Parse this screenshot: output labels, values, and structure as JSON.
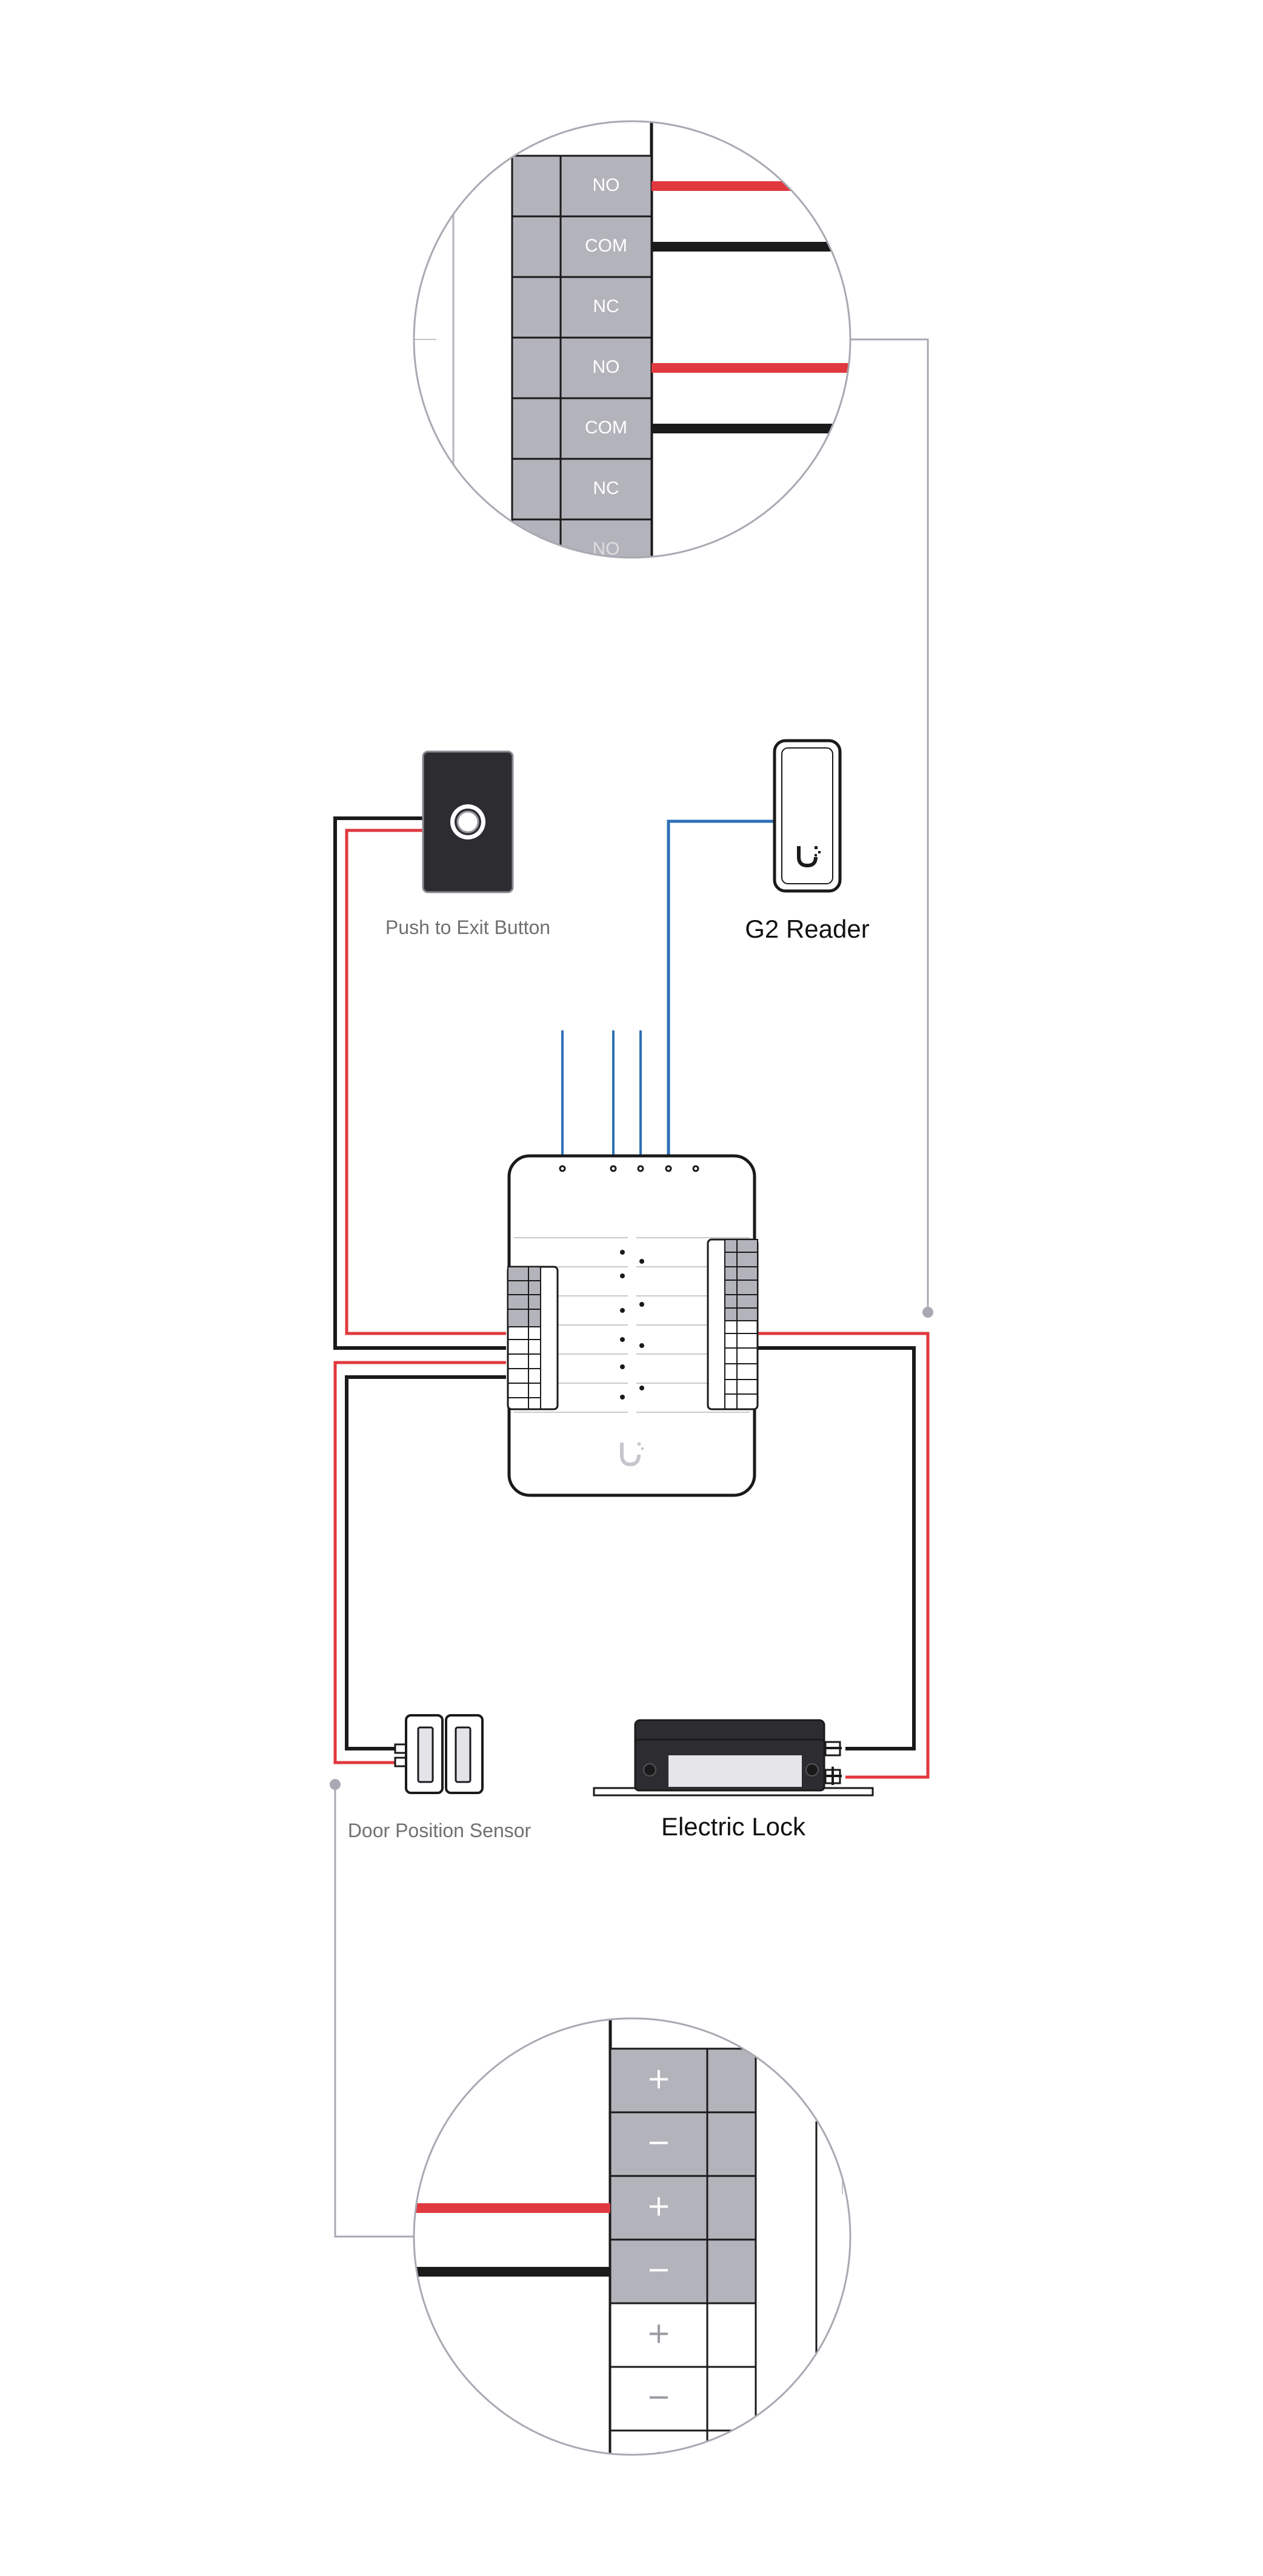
{
  "labels": {
    "push_to_exit": "Push to Exit Button",
    "g2_reader": "G2 Reader",
    "door_position_sensor": "Door Position Sensor",
    "electric_lock": "Electric Lock"
  },
  "relay_terminals": [
    "NO",
    "COM",
    "NC",
    "NO",
    "COM",
    "NC",
    "NO"
  ],
  "input_terminals": [
    "+",
    "−",
    "+",
    "−",
    "+",
    "−",
    "+"
  ],
  "colors": {
    "wire_red": "#e0383e",
    "wire_black": "#1a1a1a",
    "wire_blue": "#2f6fb5",
    "terminal_fill": "#b3b3bb",
    "callout_line": "#a9a9b3",
    "device_dark": "#2d2d31"
  },
  "icons": [
    "ubiquiti-logo-icon",
    "push-button-icon"
  ]
}
